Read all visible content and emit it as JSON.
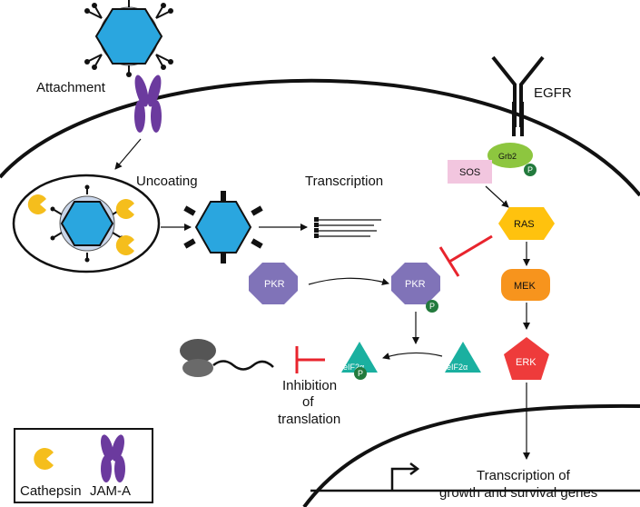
{
  "labels": {
    "attachment": "Attachment",
    "uncoating": "Uncoating",
    "transcription": "Transcription",
    "egfr": "EGFR",
    "grb2": "Grb2",
    "sos": "SOS",
    "ras": "RAS",
    "mek": "MEK",
    "erk": "ERK",
    "pkr": "PKR",
    "pkr_phos": "PKR",
    "eif2a": "eIF2α",
    "eif2a_phos": "eIF2α",
    "phospho": "P",
    "inhibition_line1": "Inhibition",
    "inhibition_line2": "of",
    "inhibition_line3": "translation",
    "transcription_genes_line1": "Transcription of",
    "transcription_genes_line2": "growth and survival genes"
  },
  "legend": {
    "cathepsin": "Cathepsin",
    "jam_a": "JAM-A"
  },
  "colors": {
    "virus_core": "#2aa6df",
    "virus_halo": "#c9d6ea",
    "jam_a": "#6b3a9e",
    "cathepsin": "#f5be1c",
    "grb2": "#8dc63f",
    "phospho": "#237a3d",
    "sos": "#f2c6df",
    "ras": "#ffc20e",
    "mek": "#f7941d",
    "erk": "#ee3b3b",
    "pkr": "#8073b8",
    "eif2a": "#1ab0a0",
    "inhibit": "#e8242d",
    "ribosome": "#555555"
  }
}
